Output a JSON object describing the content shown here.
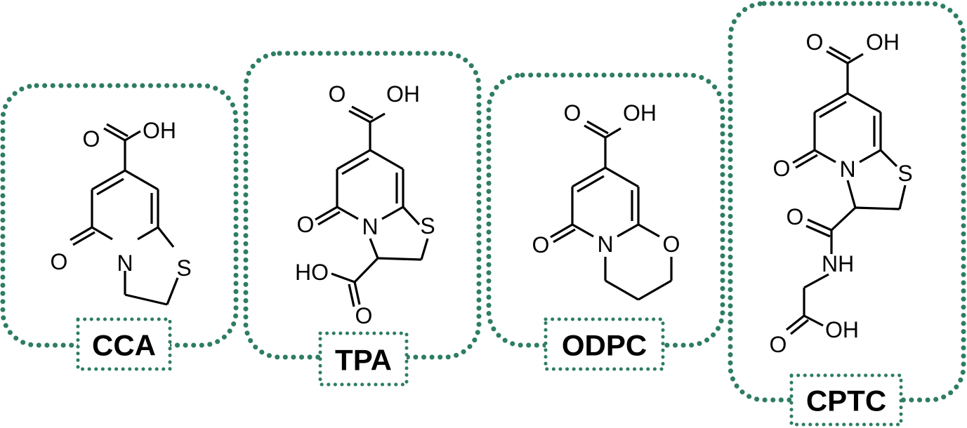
{
  "colors": {
    "frame": "#2e7d63",
    "structure": "#000000"
  },
  "compounds": [
    {
      "label": "CCA",
      "atoms": {
        "carbonyl_o": "O",
        "hydroxyl": "OH",
        "ring_o": "O",
        "n": "N",
        "s": "S"
      }
    },
    {
      "label": "TPA",
      "atoms": {
        "carbonyl_o": "O",
        "hydroxyl": "OH",
        "ring_o": "O",
        "n": "N",
        "s": "S",
        "acid_oh": "HO",
        "acid_o": "O"
      }
    },
    {
      "label": "ODPC",
      "atoms": {
        "carbonyl_o": "O",
        "hydroxyl": "OH",
        "ring_o": "O",
        "n": "N",
        "ring_hetero_o": "O"
      }
    },
    {
      "label": "CPTC",
      "atoms": {
        "carbonyl_o": "O",
        "hydroxyl": "OH",
        "ring_o": "O",
        "n": "N",
        "s": "S",
        "amide_o": "O",
        "amide_nh": "NH",
        "acid_o": "O",
        "acid_oh": "OH"
      }
    }
  ]
}
